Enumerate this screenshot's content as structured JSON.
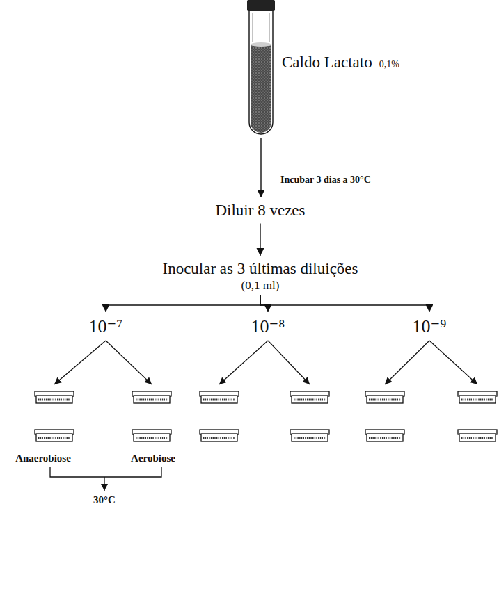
{
  "diagram": {
    "nodes": [
      {
        "text": [
          "Caldo Lactato",
          "0,1%"
        ]
      },
      {
        "text": [
          "Diluir 8 vezes"
        ]
      },
      {
        "text": [
          "Inocular as 3 últimas diluições",
          "(0,1 ml)"
        ]
      },
      {
        "text": [
          "10⁻⁷"
        ]
      },
      {
        "text": [
          "10⁻⁸"
        ]
      },
      {
        "text": [
          "10⁻⁹"
        ]
      }
    ],
    "edges": [
      {
        "from": 0,
        "to": 1,
        "arrow": "to",
        "label": "Incubar 3 dias a 30°C"
      },
      {
        "from": 1,
        "to": 2,
        "arrow": "to"
      },
      {
        "from": 2,
        "to": 3,
        "arrow": "to"
      },
      {
        "from": 2,
        "to": 4,
        "arrow": "to"
      },
      {
        "from": 2,
        "to": 5,
        "arrow": "to"
      }
    ],
    "labels": [
      "Anaerobiose",
      "Aerobiose",
      "30°C"
    ]
  }
}
